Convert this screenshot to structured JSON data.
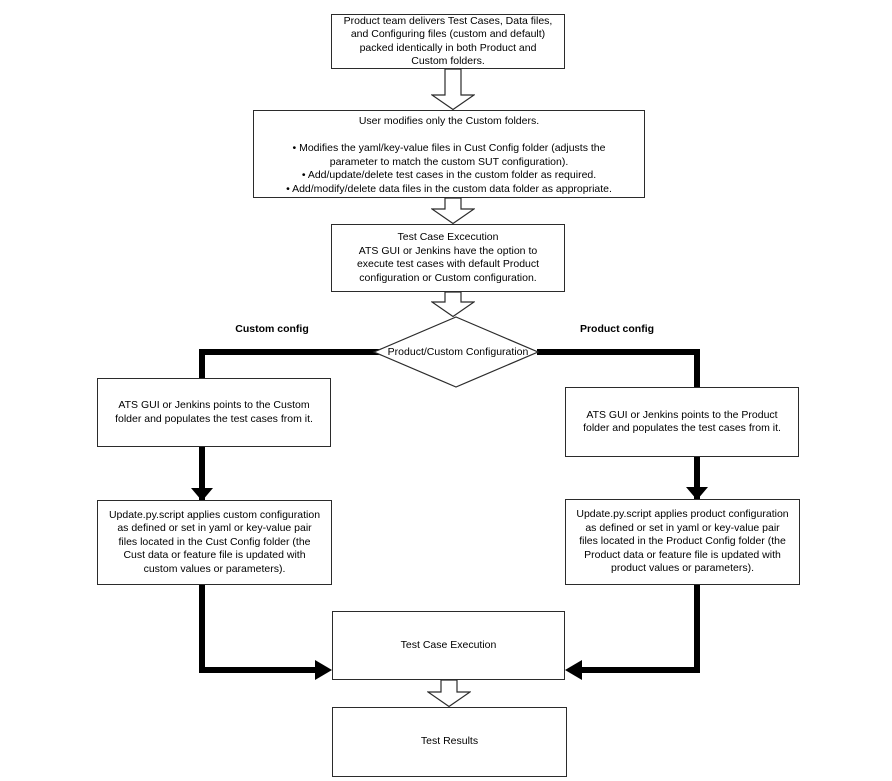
{
  "flowchart": {
    "colors": {
      "background": "#ffffff",
      "line": "#000000",
      "box_border": "#2b2b2b",
      "text": "#000000"
    },
    "nodes": {
      "delivery": {
        "lines": [
          "Product team delivers Test Cases, Data files,",
          "and Configuring files (custom and default)",
          "packed identically in both Product and",
          "Custom folders."
        ]
      },
      "user_modifies": {
        "lines": [
          "User modifies only the Custom folders.",
          "",
          "• Modifies the yaml/key-value files in Cust Config folder (adjusts the",
          "parameter to match the custom SUT configuration).",
          "• Add/update/delete test cases in the custom folder as required.",
          "• Add/modify/delete data files in the custom data folder as appropriate."
        ]
      },
      "execution_option": {
        "lines": [
          "Test Case Excecution",
          "ATS GUI or Jenkins have the option to",
          "execute test cases with default Product",
          "configuration or Custom configuration."
        ]
      },
      "decision": {
        "label": "Product/Custom Configuration"
      },
      "branch_custom_label": "Custom config",
      "branch_product_label": "Product config",
      "ats_custom": {
        "lines": [
          "ATS GUI or Jenkins points to the Custom",
          "folder and populates the test cases from it."
        ]
      },
      "ats_product": {
        "lines": [
          "ATS GUI or Jenkins points to the Product",
          "folder and populates the test cases from it."
        ]
      },
      "update_custom": {
        "lines": [
          "Update.py.script applies custom configuration",
          "as defined or set in yaml or key-value pair",
          "files located in the Cust Config folder (the",
          "Cust data or feature file is updated with",
          "custom values or parameters)."
        ]
      },
      "update_product": {
        "lines": [
          "Update.py.script applies product configuration",
          "as defined or set in yaml or key-value pair",
          "files located in the Product Config folder (the",
          "Product data or feature file is updated with",
          "product values or parameters)."
        ]
      },
      "test_case_execution": {
        "label": "Test Case Execution"
      },
      "test_results": {
        "label": "Test Results"
      }
    }
  }
}
